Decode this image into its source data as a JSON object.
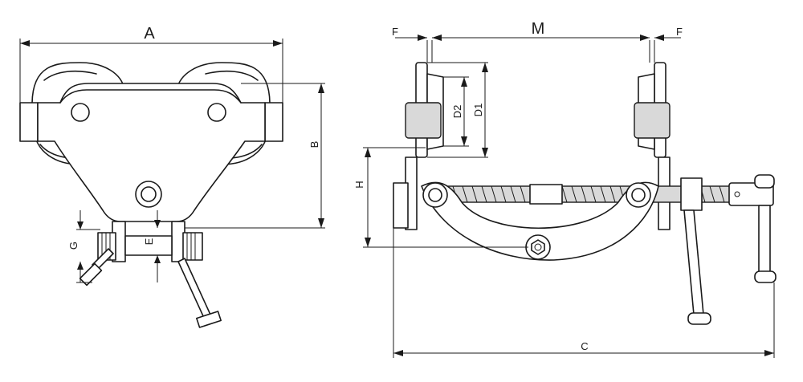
{
  "dimension_labels": {
    "A": "A",
    "B": "B",
    "G": "G",
    "E": "E",
    "F_left": "F",
    "M": "M",
    "F_right": "F",
    "D2": "D2",
    "D1": "D1",
    "H": "H",
    "C": "C"
  }
}
